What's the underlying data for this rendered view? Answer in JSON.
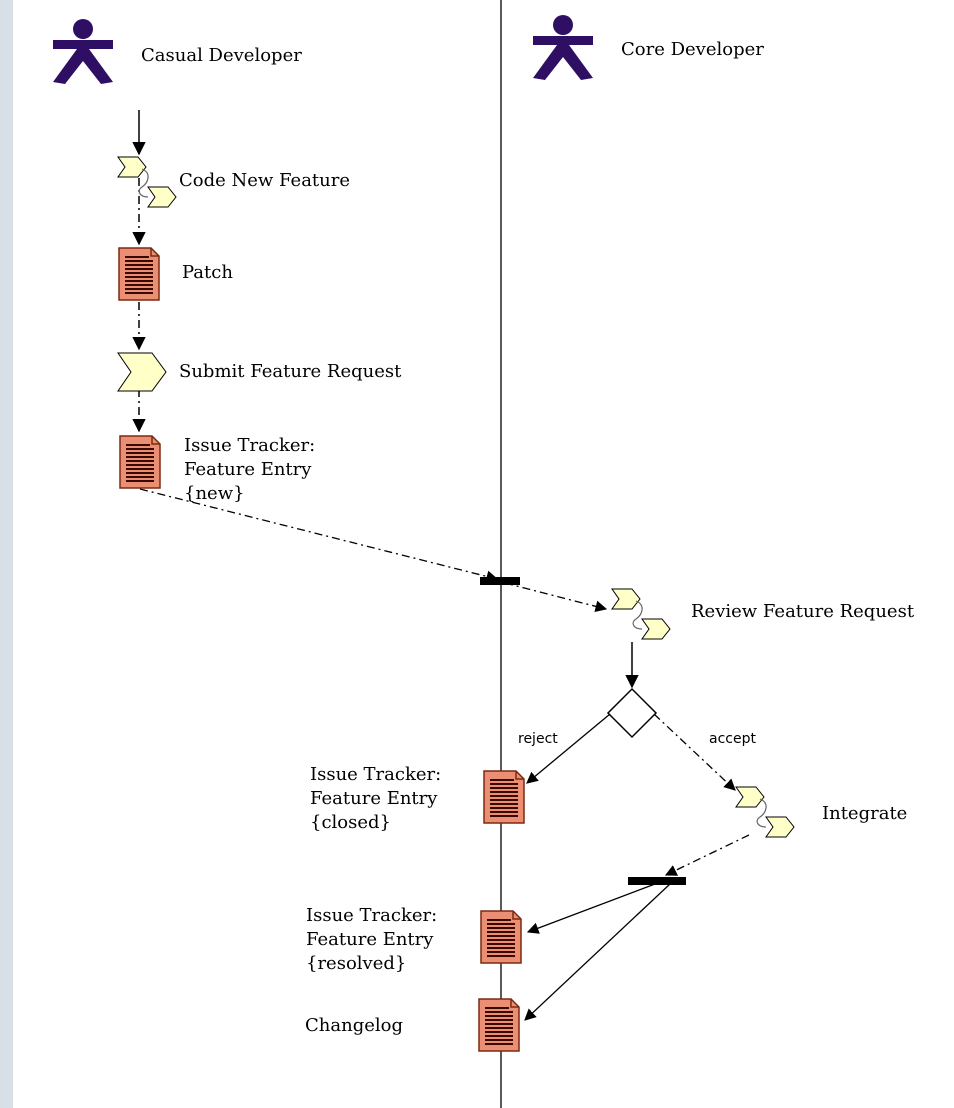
{
  "colors": {
    "left_band": "#d7e0e6",
    "actor": "#2e0f63",
    "document_fill": "#ea8f74",
    "activity_fill": "#ffffc8",
    "line": "#000000"
  },
  "lanes": {
    "left_actor": "Casual Developer",
    "right_actor": "Core Developer"
  },
  "activities": {
    "code_new_feature": "Code New Feature",
    "submit_feature_request": "Submit Feature Request",
    "review_feature_request": "Review Feature Request",
    "integrate": "Integrate"
  },
  "documents": {
    "patch": "Patch",
    "issue_new": [
      "Issue Tracker:",
      "Feature Entry",
      "{new}"
    ],
    "issue_closed": [
      "Issue Tracker:",
      "Feature Entry",
      "{closed}"
    ],
    "issue_resolved": [
      "Issue Tracker:",
      "Feature Entry",
      "{resolved}"
    ],
    "changelog": "Changelog"
  },
  "decisions": {
    "reject": "reject",
    "accept": "accept"
  },
  "icons": [
    "actor-icon",
    "activity-icon",
    "document-icon",
    "decision-icon",
    "sync-bar-icon"
  ]
}
